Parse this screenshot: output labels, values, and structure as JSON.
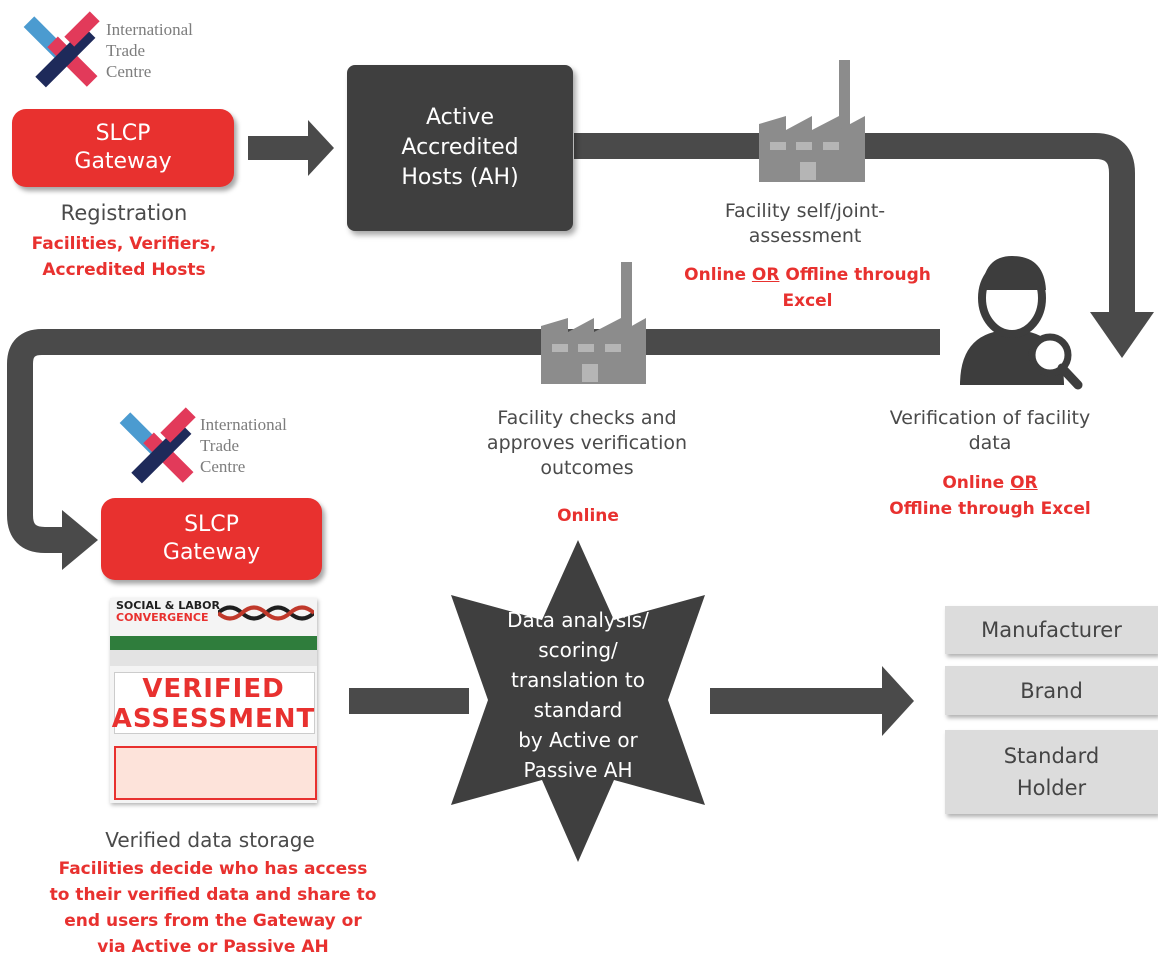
{
  "logo_top": {
    "line1": "International",
    "line2": "Trade",
    "line3": "Centre"
  },
  "logo_mid": {
    "line1": "International",
    "line2": "Trade",
    "line3": "Centre"
  },
  "gateway_top": {
    "line1": "SLCP",
    "line2": "Gateway"
  },
  "gateway_mid": {
    "line1": "SLCP",
    "line2": "Gateway"
  },
  "registration": {
    "title": "Registration",
    "detail_line1": "Facilities, Verifiers,",
    "detail_line2": "Accredited Hosts"
  },
  "active_hosts": {
    "line1": "Active",
    "line2": "Accredited",
    "line3": "Hosts (AH)"
  },
  "self_assessment": {
    "line1": "Facility self/joint-",
    "line2": "assessment",
    "detail_pre": "Online ",
    "detail_or": "OR",
    "detail_post": " Offline through",
    "detail_line2": "Excel"
  },
  "verification": {
    "line1": "Verification of facility",
    "line2": "data",
    "detail_pre": "Online ",
    "detail_or": "OR",
    "detail_line2": "Offline through Excel"
  },
  "facility_checks": {
    "line1": "Facility checks and",
    "line2": "approves verification",
    "line3": "outcomes",
    "detail": "Online"
  },
  "analysis": {
    "line1": "Data analysis/",
    "line2": "scoring/",
    "line3": "translation to",
    "line4": "standard",
    "line5": "by Active or",
    "line6": "Passive AH"
  },
  "snapshot": {
    "brand_line1": "SOCIAL & LABOR",
    "brand_line2": "CONVERGENCE",
    "stamp_line1": "VERIFIED",
    "stamp_line2": "ASSESSMENT"
  },
  "storage": {
    "title": "Verified data storage",
    "detail_line1": "Facilities decide who has access",
    "detail_line2": "to their verified data and share to",
    "detail_line3": "end users from the Gateway or",
    "detail_line4": "via Active or Passive AH"
  },
  "end_users": [
    {
      "label": "Manufacturer"
    },
    {
      "label": "Brand"
    },
    {
      "label": "Standard Holder",
      "line1": "Standard",
      "line2": "Holder"
    }
  ],
  "colors": {
    "accent_red": "#e8312f",
    "dark": "#3f3f3f",
    "arrow": "#4a4a4a",
    "gray_box": "#dcdcdc"
  }
}
